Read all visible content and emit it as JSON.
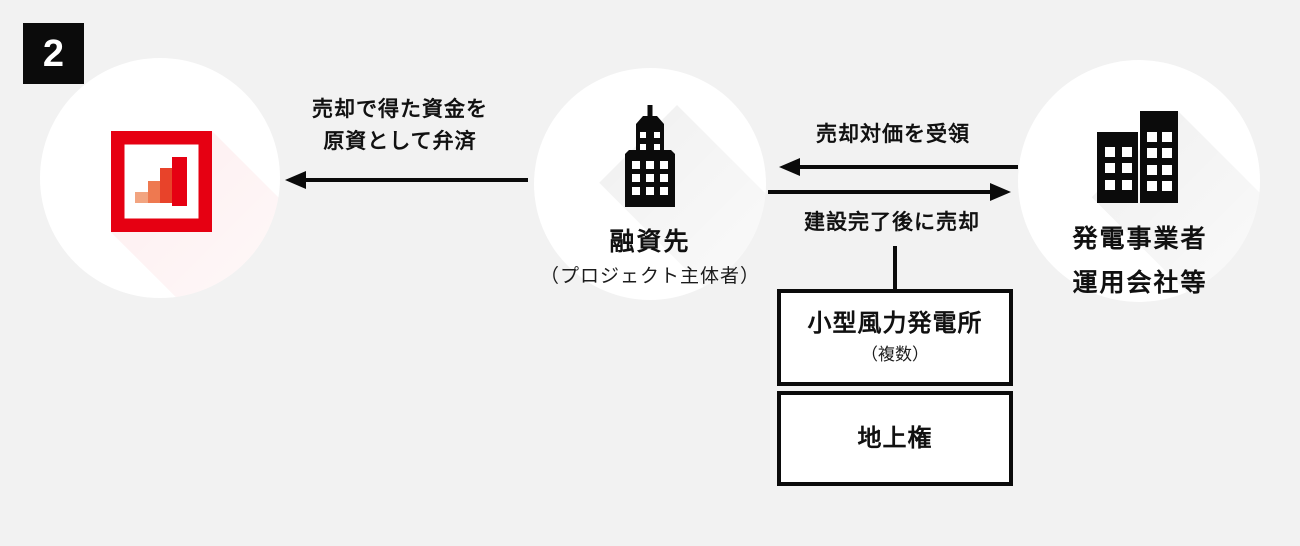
{
  "page": {
    "background_color": "#f2f2f2",
    "ink_color": "#0b0b0b"
  },
  "badge": {
    "number": "2"
  },
  "entities": {
    "bank": {
      "icon": "bar-chart-logo",
      "frame_color": "#e60012",
      "bar_colors": [
        "#f2a480",
        "#ee7950",
        "#e8432a",
        "#e60012"
      ]
    },
    "borrower": {
      "name": "融資先",
      "qualifier": "（プロジェクト主体者）",
      "icon": "office-tower-icon"
    },
    "operator": {
      "name_line1": "発電事業者",
      "name_line2": "運用会社等",
      "icon": "twin-buildings-icon"
    }
  },
  "flows": {
    "repayment": {
      "label_line1": "売却で得た資金を",
      "label_line2": "原資として弁済",
      "direction": "left"
    },
    "receive_payment": {
      "label": "売却対価を受領",
      "direction": "left"
    },
    "sell_after_construction": {
      "label": "建設完了後に売却",
      "direction": "right"
    }
  },
  "assets": [
    {
      "title": "小型風力発電所",
      "subtitle": "（複数）"
    },
    {
      "title": "地上権"
    }
  ]
}
